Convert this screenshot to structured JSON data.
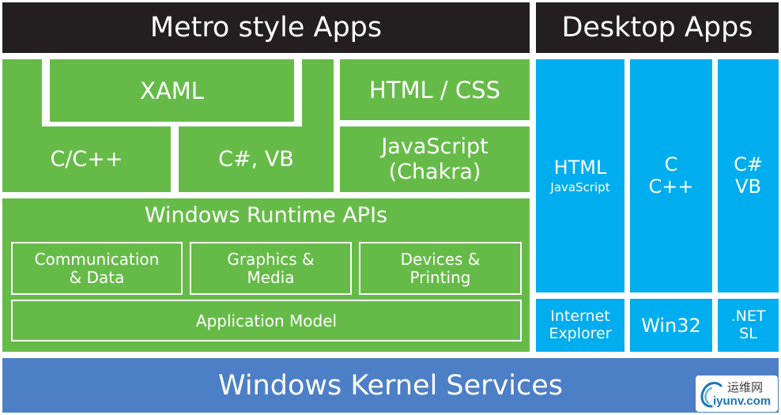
{
  "headers": {
    "metro": "Metro style Apps",
    "desktop": "Desktop Apps"
  },
  "metro": {
    "xaml": "XAML",
    "html_css": "HTML / CSS",
    "c_cpp": "C/C++",
    "csharp_vb": "C#, VB",
    "javascript": "JavaScript",
    "chakra": "(Chakra)"
  },
  "runtime": {
    "title": "Windows Runtime APIs",
    "communication_line1": "Communication",
    "communication_line2": "& Data",
    "graphics_line1": "Graphics &",
    "graphics_line2": "Media",
    "devices_line1": "Devices &",
    "devices_line2": "Printing",
    "app_model": "Application Model"
  },
  "desktop": {
    "html": "HTML",
    "javascript": "JavaScript",
    "c": "C",
    "cpp": "C++",
    "csharp": "C#",
    "vb": "VB",
    "ie_line1": "Internet",
    "ie_line2": "Explorer",
    "win32": "Win32",
    "net": ".NET",
    "sl": "SL"
  },
  "kernel": "Windows Kernel Services",
  "watermark": {
    "cn": "运维网",
    "en": "iyunv.com"
  },
  "colors": {
    "header": "#231f20",
    "metro": "#66bb48",
    "desktop": "#00adef",
    "kernel": "#4d7fc6"
  }
}
